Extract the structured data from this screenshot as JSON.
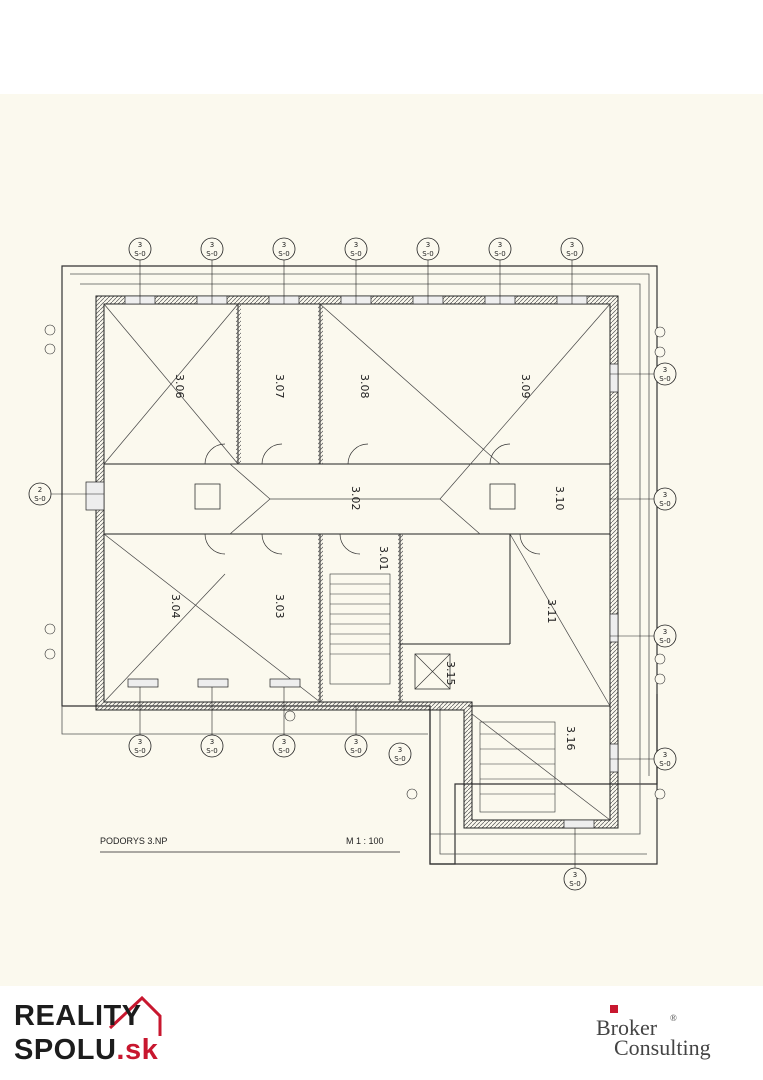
{
  "plan": {
    "caption_left": "PODORYS 3.NP",
    "caption_right": "M 1 : 100",
    "rooms": [
      {
        "id": "3.06"
      },
      {
        "id": "3.07"
      },
      {
        "id": "3.08"
      },
      {
        "id": "3.09"
      },
      {
        "id": "3.02"
      },
      {
        "id": "3.10"
      },
      {
        "id": "3.04"
      },
      {
        "id": "3.03"
      },
      {
        "id": "3.01"
      },
      {
        "id": "3.11"
      },
      {
        "id": "3.15"
      },
      {
        "id": "3.16"
      }
    ],
    "section_marker": "S-0",
    "section_number": "3"
  },
  "footer": {
    "left_logo_line1": "REALITY",
    "left_logo_line2": "SPOLU",
    "left_logo_suffix": ".sk",
    "right_logo_word1": "Broker",
    "right_logo_word2": "Consulting",
    "right_logo_reg": "®",
    "colors": {
      "red": "#c8172f",
      "dark": "#1c1c1c",
      "paper": "#fbf9ee"
    }
  }
}
